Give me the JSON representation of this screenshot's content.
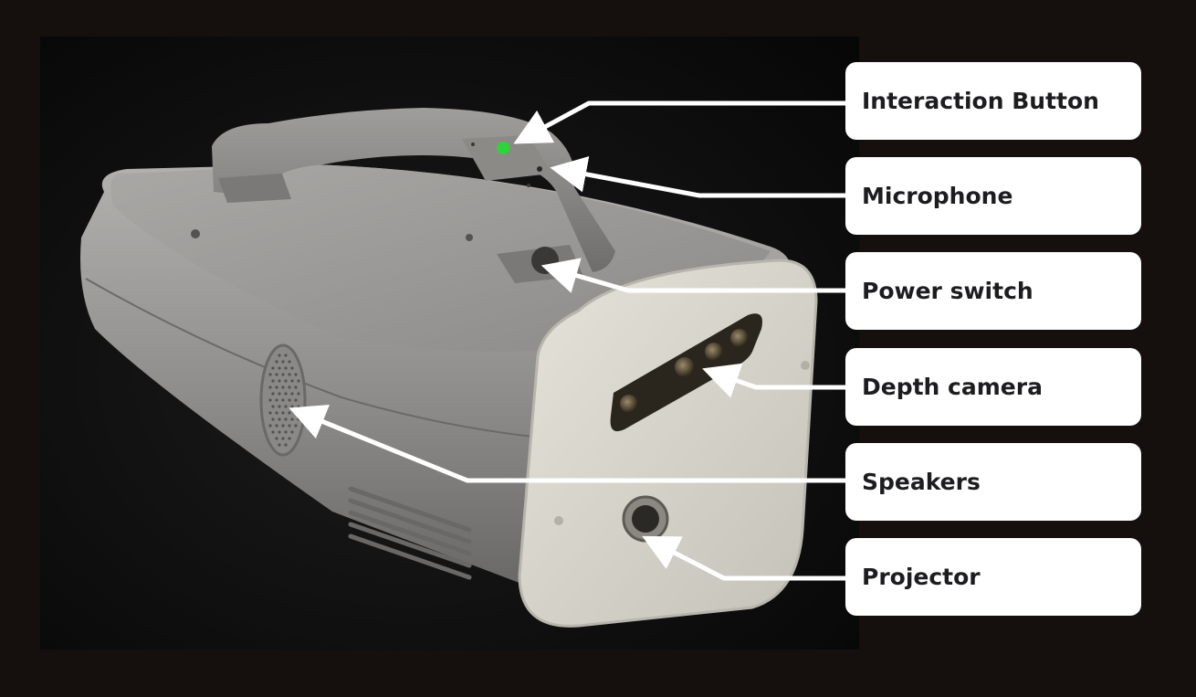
{
  "labels": [
    {
      "name": "interaction-button",
      "text": "Interaction Button"
    },
    {
      "name": "microphone",
      "text": "Microphone"
    },
    {
      "name": "power-switch",
      "text": "Power switch"
    },
    {
      "name": "depth-camera",
      "text": "Depth camera"
    },
    {
      "name": "speakers",
      "text": "Speakers"
    },
    {
      "name": "projector",
      "text": "Projector"
    }
  ],
  "colors": {
    "background": "#150f0e",
    "label_box": "#ffffff",
    "label_text": "#1d1d1f",
    "arrow": "#ffffff",
    "device_body": "#9a9896",
    "front_panel": "#d8d6cc",
    "indicator_green": "#2fd43a"
  }
}
